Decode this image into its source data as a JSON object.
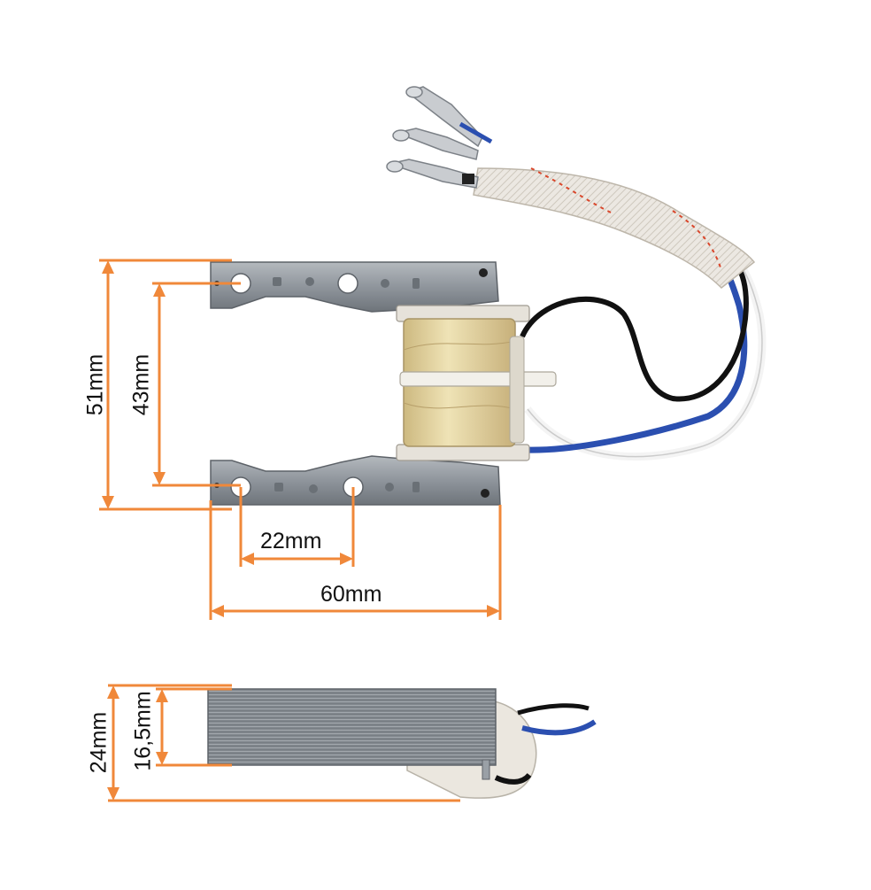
{
  "dimensions": {
    "height_outer": "51mm",
    "height_inner": "43mm",
    "hole_spacing": "22mm",
    "width": "60mm",
    "thickness_total": "24mm",
    "thickness_core": "16,5mm"
  },
  "colors": {
    "dimension_line": "#f0883a",
    "steel": "#8f959c",
    "coil": "#e7d9a8",
    "wire_blue": "#2b4fb0",
    "wire_black": "#111111",
    "wire_white": "#f4f4f4",
    "sleeve": "#ece8e2",
    "sleeve_stripe": "#d9472b"
  }
}
